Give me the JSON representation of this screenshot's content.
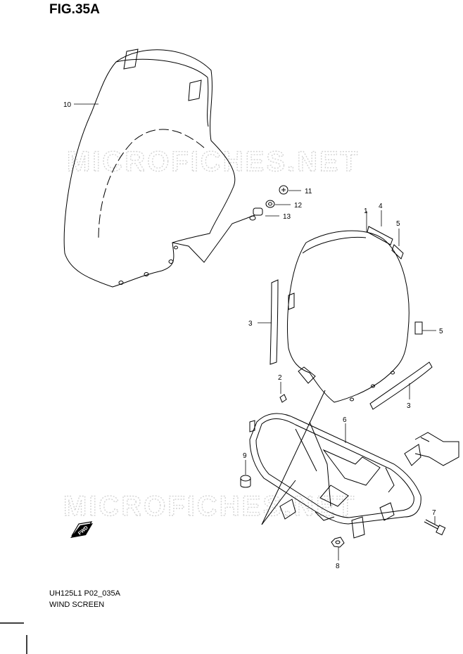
{
  "figure_title": "FIG.35A",
  "callouts": [
    "1",
    "2",
    "3",
    "3",
    "4",
    "5",
    "5",
    "6",
    "7",
    "8",
    "9",
    "10",
    "11",
    "12",
    "13"
  ],
  "watermark": "MICROFICHES.NET",
  "fwd_label": "FWD",
  "diagram_code": "UH125L1 P02_035A",
  "section_name": "WIND SCREEN",
  "line_color": "#000000",
  "watermark_color": "#d4d4d4"
}
